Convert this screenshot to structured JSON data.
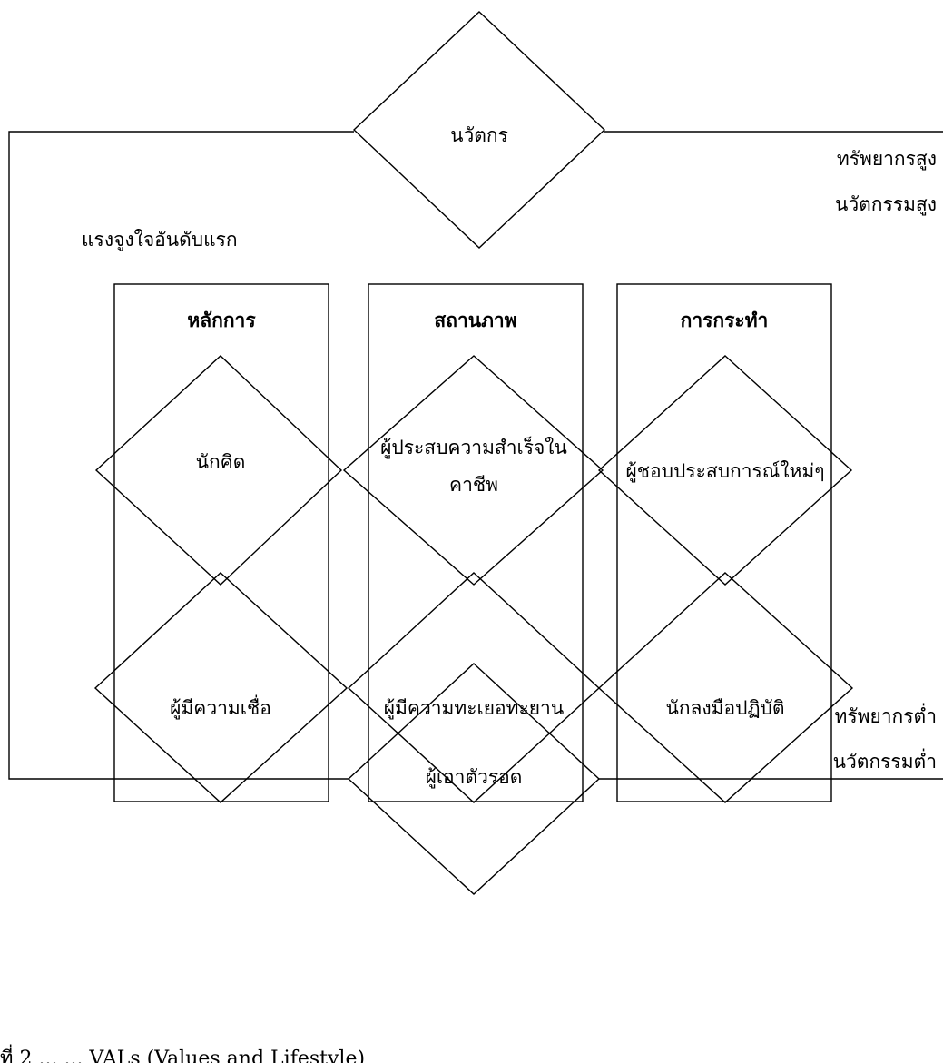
{
  "nodes": {
    "innovator": "นวัตกร",
    "survivor": "ผู้เอาตัวรอด",
    "thinker": "นักคิด",
    "believer": "ผู้มีความเชื่อ",
    "achiever_line1": "ผู้ประสบความสำเร็จใน",
    "achiever_line2": "คาชีพ",
    "striver": "ผู้มีความทะเยอทะยาน",
    "experiencer": "ผู้ชอบประสบการณ์ใหม่ๆ",
    "maker": "นักลงมือปฏิบัติ"
  },
  "columns": {
    "principle": "หลักการ",
    "status": "สถานภาพ",
    "action": "การกระทำ"
  },
  "labels": {
    "primary_motivation": "แรงจูงใจอันดับแรก",
    "high_resources": "ทรัพยากรสูง",
    "high_innovation": "นวัตกรรมสูง",
    "low_resources": "ทรัพยากรต่ำ",
    "low_innovation": "นวัตกรรมต่ำ"
  },
  "caption": "ที่ 2          ...          ... VALs (Values and Lifestyle)"
}
